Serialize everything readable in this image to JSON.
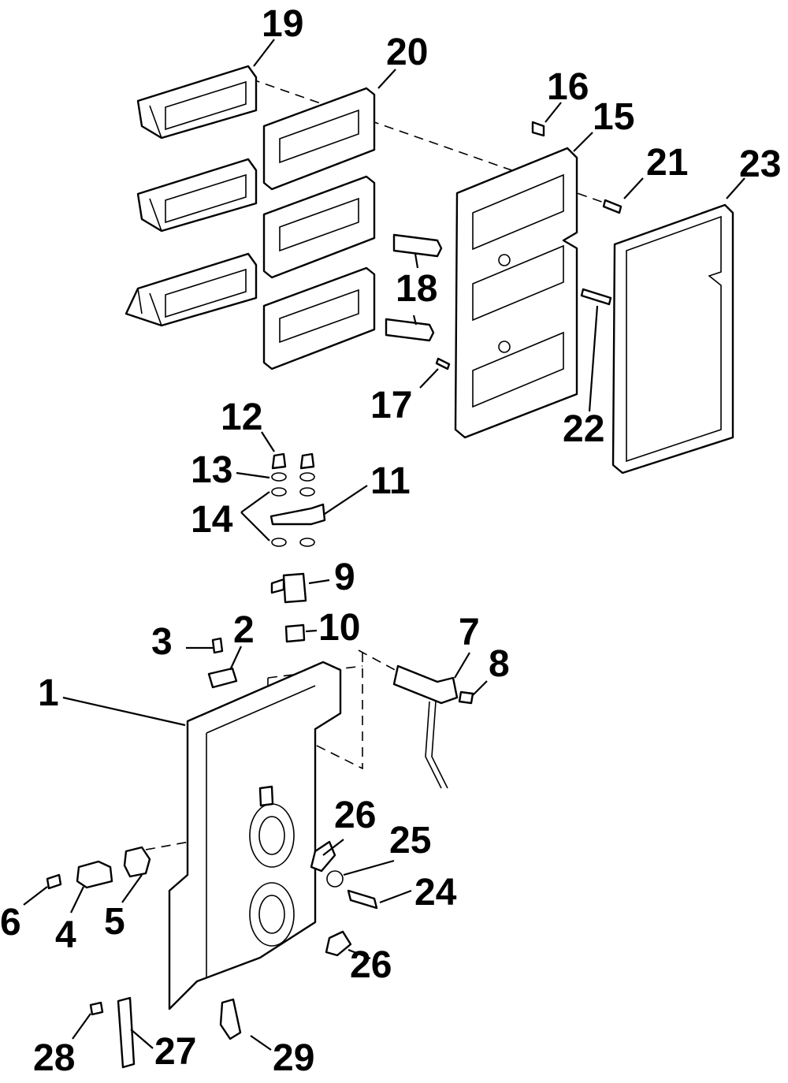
{
  "diagram": {
    "callouts": [
      "1",
      "2",
      "3",
      "4",
      "5",
      "6",
      "7",
      "8",
      "9",
      "10",
      "11",
      "12",
      "13",
      "14",
      "15",
      "16",
      "17",
      "18",
      "19",
      "20",
      "21",
      "22",
      "23",
      "24",
      "25",
      "26",
      "26",
      "27",
      "28",
      "29"
    ]
  }
}
